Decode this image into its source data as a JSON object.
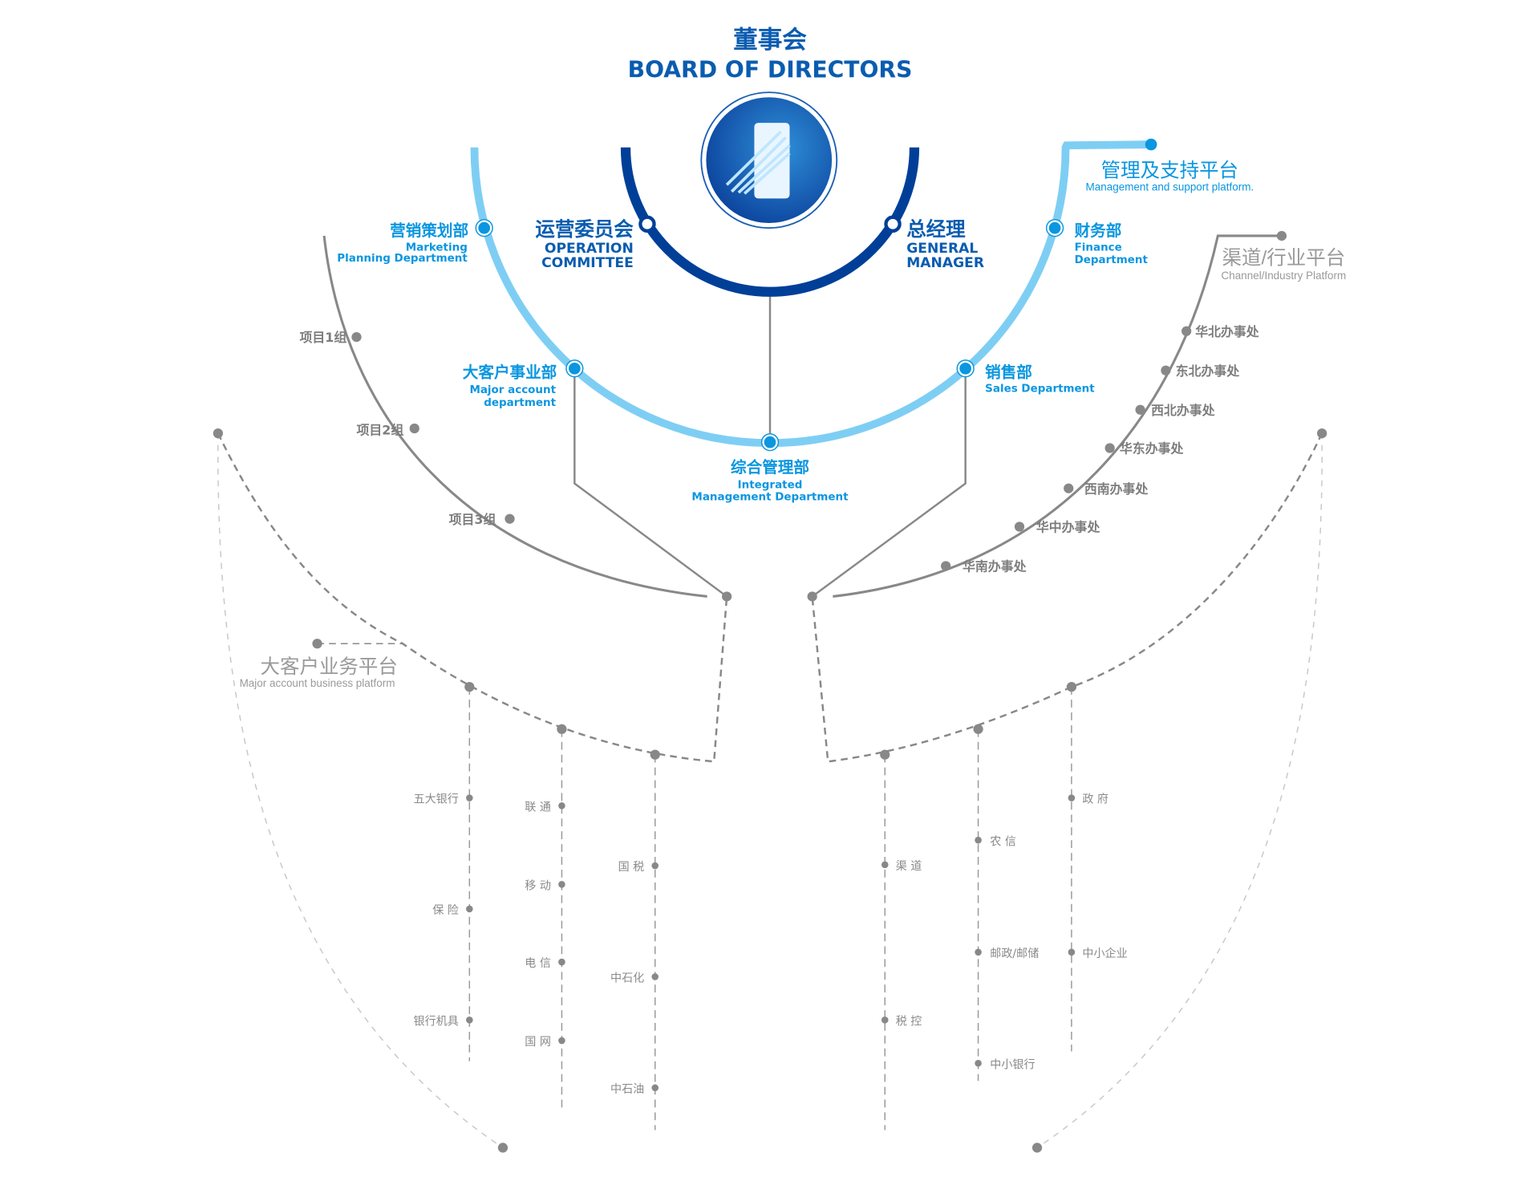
{
  "board": {
    "zh": "董事会",
    "en": "BOARD OF DIRECTORS"
  },
  "operation_committee": {
    "zh": "运营委员会",
    "en_line1": "OPERATION",
    "en_line2": "COMMITTEE"
  },
  "general_manager": {
    "zh": "总经理",
    "en_line1": "GENERAL",
    "en_line2": "MANAGER"
  },
  "marketing": {
    "zh": "营销策划部",
    "en_line1": "Marketing",
    "en_line2": "Planning Department"
  },
  "major_account_dept": {
    "zh": "大客户事业部",
    "en_line1": "Major account",
    "en_line2": "department"
  },
  "integrated": {
    "zh": "综合管理部",
    "en_line1": "Integrated",
    "en_line2": "Management Department"
  },
  "sales": {
    "zh": "销售部",
    "en": "Sales Department"
  },
  "finance": {
    "zh": "财务部",
    "en_line1": "Finance",
    "en_line2": "Department"
  },
  "mgmt_platform": {
    "zh": "管理及支持平台",
    "en": "Management and support platform."
  },
  "channel_platform": {
    "zh": "渠道/行业平台",
    "en": "Channel/Industry Platform"
  },
  "major_platform": {
    "zh": "大客户业务平台",
    "en": "Major account business platform"
  },
  "project_groups": [
    "项目1组",
    "项目2组",
    "项目3组"
  ],
  "offices": [
    "华北办事处",
    "东北办事处",
    "西北办事处",
    "华东办事处",
    "西南办事处",
    "华中办事处",
    "华南办事处"
  ],
  "left_columns": [
    [
      "五大银行",
      "保 险",
      "银行机具"
    ],
    [
      "联 通",
      "移 动",
      "电 信",
      "国 网"
    ],
    [
      "国 税",
      "中石化",
      "中石油"
    ]
  ],
  "right_columns": [
    [
      "渠 道",
      "税 控"
    ],
    [
      "农 信",
      "邮政/邮储",
      "中小银行"
    ],
    [
      "政 府",
      "中小企业"
    ]
  ],
  "colors": {
    "dark_blue": "#003f98",
    "light_blue": "#7ecef4",
    "cyan": "#0a96e0",
    "grey": "#888888"
  }
}
